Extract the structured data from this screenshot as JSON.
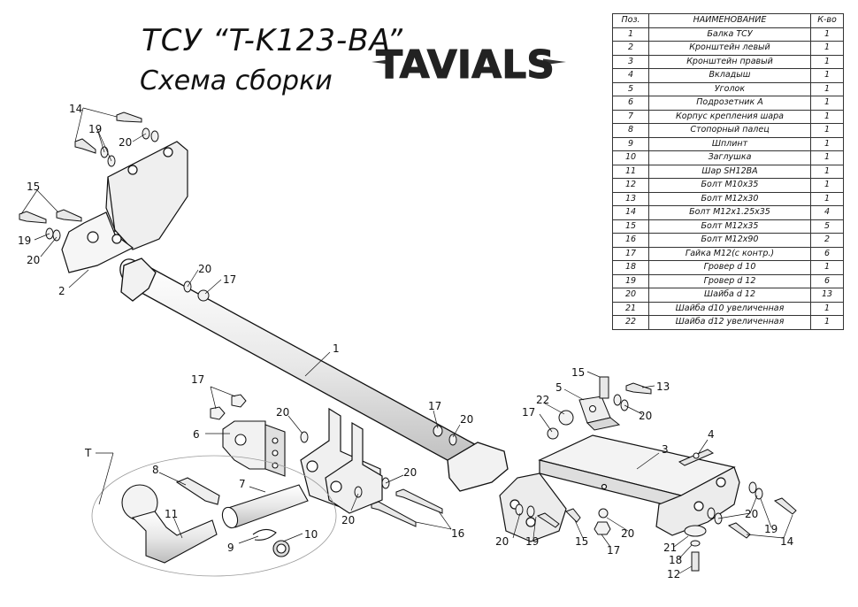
{
  "header": {
    "title": "ТСУ “T-K123-BA”",
    "subtitle": "Схема сборки",
    "logo": "TAVIALS"
  },
  "parts_table": {
    "headers": [
      "Поз.",
      "НАИМЕНОВАНИЕ",
      "К-во"
    ],
    "rows": [
      {
        "pos": "1",
        "name": "Балка ТСУ",
        "qty": "1"
      },
      {
        "pos": "2",
        "name": "Кронштейн левый",
        "qty": "1"
      },
      {
        "pos": "3",
        "name": "Кронштейн правый",
        "qty": "1"
      },
      {
        "pos": "4",
        "name": "Вкладыш",
        "qty": "1"
      },
      {
        "pos": "5",
        "name": "Уголок",
        "qty": "1"
      },
      {
        "pos": "6",
        "name": "Подрозетник А",
        "qty": "1"
      },
      {
        "pos": "7",
        "name": "Корпус крепления шара",
        "qty": "1"
      },
      {
        "pos": "8",
        "name": "Стопорный палец",
        "qty": "1"
      },
      {
        "pos": "9",
        "name": "Шплинт",
        "qty": "1"
      },
      {
        "pos": "10",
        "name": "Заглушка",
        "qty": "1"
      },
      {
        "pos": "11",
        "name": "Шар SH12BA",
        "qty": "1"
      },
      {
        "pos": "12",
        "name": "Болт М10х35",
        "qty": "1"
      },
      {
        "pos": "13",
        "name": "Болт М12х30",
        "qty": "1"
      },
      {
        "pos": "14",
        "name": "Болт М12х1.25х35",
        "qty": "4"
      },
      {
        "pos": "15",
        "name": "Болт М12х35",
        "qty": "5"
      },
      {
        "pos": "16",
        "name": "Болт М12х90",
        "qty": "2"
      },
      {
        "pos": "17",
        "name": "Гайка М12(с контр.)",
        "qty": "6"
      },
      {
        "pos": "18",
        "name": "Гровер d 10",
        "qty": "1"
      },
      {
        "pos": "19",
        "name": "Гровер d 12",
        "qty": "6"
      },
      {
        "pos": "20",
        "name": "Шайба d 12",
        "qty": "13"
      },
      {
        "pos": "21",
        "name": "Шайба d10 увеличенная",
        "qty": "1"
      },
      {
        "pos": "22",
        "name": "Шайба d12 увеличенная",
        "qty": "1"
      }
    ]
  },
  "callouts": {
    "c1": "1",
    "c2": "2",
    "c3": "3",
    "c4": "4",
    "c5": "5",
    "c6": "6",
    "c7": "7",
    "c8": "8",
    "c9": "9",
    "c10": "10",
    "c11": "11",
    "c12": "12",
    "c13": "13",
    "c14": "14",
    "c15": "15",
    "c16": "16",
    "c17": "17",
    "c18": "18",
    "c19": "19",
    "c20": "20",
    "c21": "21",
    "c22": "22",
    "cT": "T"
  },
  "colors": {
    "line": "#111111",
    "fill": "#f4f4f4",
    "shade": "#cfcfcf",
    "logo_band": "#333333"
  }
}
